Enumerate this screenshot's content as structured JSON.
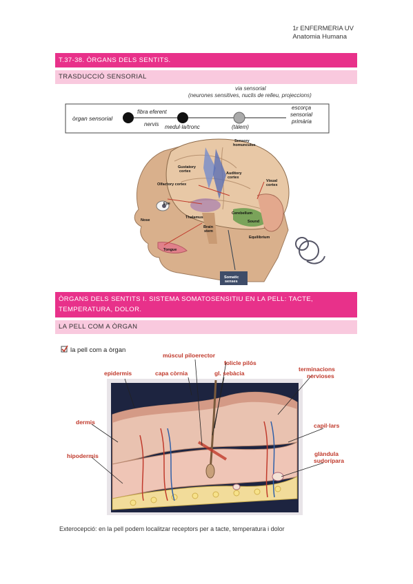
{
  "header": {
    "line1": "1r ENFERMERIA UV",
    "line2": "Anatomia Humana"
  },
  "section1": {
    "title": "T.37-38. ÒRGANS DELS SENTITS.",
    "subtitle": "TRASDUCCIÓ SENSORIAL"
  },
  "pathway": {
    "via_label": "via sensorial",
    "via_note": "(neurones sensitives, nuclis de relleu, projeccions)",
    "organ_label": "òrgan sensorial",
    "fiber_label": "fibra eferent",
    "nerve_label": "nervis",
    "cord_label": "medul·la/tronc",
    "thalamus_label": "(tàlem)",
    "cortex_line1": "escorça",
    "cortex_line2": "sensorial",
    "cortex_line3": "primària"
  },
  "brain_fig": {
    "labels": {
      "sensory": "Sensory",
      "homunculus": "homunculus",
      "gustatory": "Gustatory",
      "gustatory2": "cortex",
      "auditory": "Auditory",
      "auditory2": "cortex",
      "olfactory": "Olfactory cortex",
      "visual": "Visual",
      "visual2": "cortex",
      "eye": "Eye",
      "nose": "Nose",
      "thalamus": "Thalamus",
      "cerebellum": "Cerebellum",
      "sound": "Sound",
      "brainstem": "Brain",
      "brainstem2": "stem",
      "tongue": "Tongue",
      "equilibrium": "Equilibrium",
      "somatic": "Somatic",
      "somatic2": "senses"
    }
  },
  "section2": {
    "title_line1": "ÒRGANS DELS SENTITS I. SISTEMA SOMATOSENSITIU EN LA PELL: TACTE,",
    "title_line2": "TEMPERATURA, DOLOR.",
    "subtitle": "LA PELL COM A ÒRGAN"
  },
  "skin_fig": {
    "checkbox_label": "la pell com a òrgan",
    "labels": {
      "piloerector": "múscul piloerector",
      "folicle": "folicle pilós",
      "epidermis": "epidermis",
      "capa": "capa còrnia",
      "sebacia": "gl. sebàcia",
      "terminacions1": "terminacions",
      "terminacions2": "nervioses",
      "dermis": "dermis",
      "capil": "capil·lars",
      "hipodermis": "hipodermis",
      "glandula1": "glàndula",
      "glandula2": "sudorípara"
    }
  },
  "caption": "Exterocepció: en la pell podem localitzar receptors per a tacte, temperatura i dolor",
  "colors": {
    "accent": "#e8318a",
    "accent_light": "#f9c9de",
    "skin_label": "#c0392b"
  }
}
